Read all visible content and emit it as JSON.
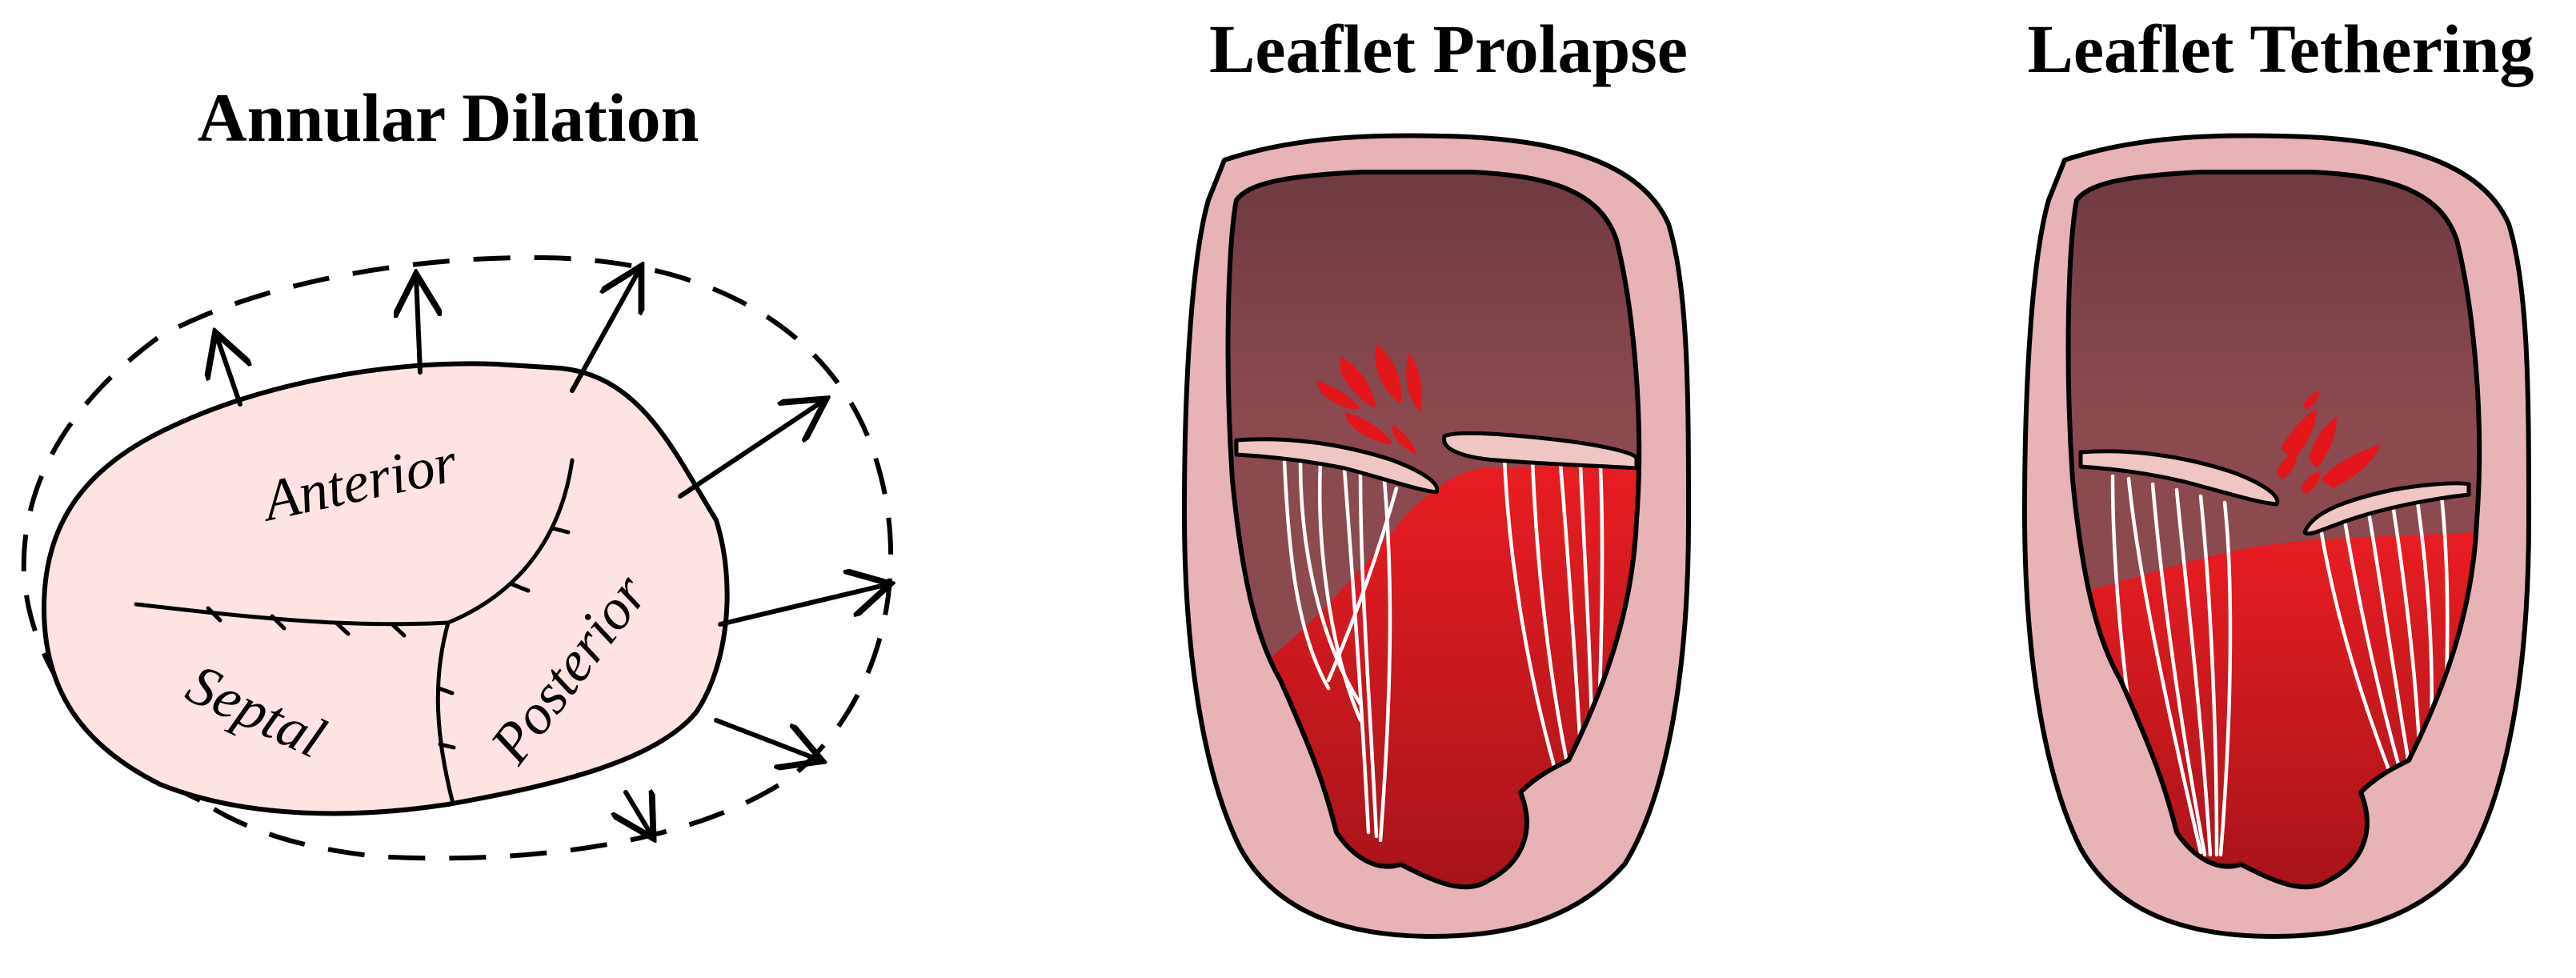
{
  "panels": {
    "annular_dilation": {
      "title": "Annular Dilation",
      "labels": {
        "anterior": "Anterior",
        "posterior": "Posterior",
        "septal": "Septal"
      }
    },
    "leaflet_prolapse": {
      "title": "Leaflet Prolapse"
    },
    "leaflet_tethering": {
      "title": "Leaflet Tethering"
    }
  },
  "colors": {
    "annulus_fill": "#fde3e2",
    "outer_ring": "#e8b3b6",
    "atrium": "#8b4a50",
    "atrium_dark": "#6e3a40",
    "ventricle": "#d81e22",
    "ventricle_dark": "#a6141a",
    "leaflet": "#efc6c4",
    "jet": "#e3161c"
  }
}
